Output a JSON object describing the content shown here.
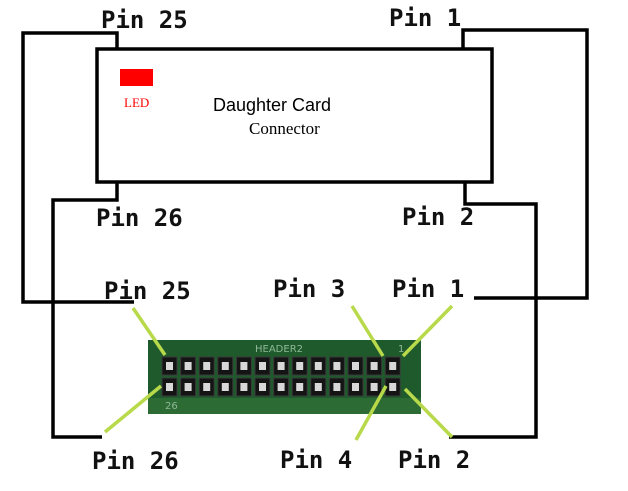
{
  "connector": {
    "title": "Daughter Card",
    "subtitle": "Connector",
    "led_label": "LED",
    "led_color": "#ff0000",
    "top_left_pin": "Pin 25",
    "top_right_pin": "Pin 1",
    "bottom_left_pin": "Pin 26",
    "bottom_right_pin": "Pin 2"
  },
  "header": {
    "silk_label": "HEADER2",
    "pin1_mark": "1",
    "pin26_mark": "26",
    "board_color": "#1f5a2c",
    "pin_labels": {
      "top_left": "Pin 25",
      "top_mid": "Pin 3",
      "top_right": "Pin 1",
      "bottom_left": "Pin 26",
      "bottom_mid": "Pin 4",
      "bottom_right": "Pin 2"
    }
  },
  "leader_color": "#b7d94a"
}
